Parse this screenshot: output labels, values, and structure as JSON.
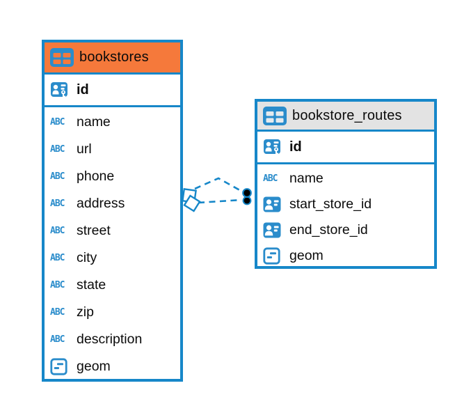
{
  "diagram": {
    "tables": [
      {
        "name": "bookstores",
        "header_color": "#F5793B",
        "key_fields": [
          {
            "label": "id",
            "type": "pk",
            "icon": "primary-key-icon"
          }
        ],
        "fields": [
          {
            "label": "name",
            "type": "text",
            "icon": "text-type-icon"
          },
          {
            "label": "url",
            "type": "text",
            "icon": "text-type-icon"
          },
          {
            "label": "phone",
            "type": "text",
            "icon": "text-type-icon"
          },
          {
            "label": "address",
            "type": "text",
            "icon": "text-type-icon"
          },
          {
            "label": "street",
            "type": "text",
            "icon": "text-type-icon"
          },
          {
            "label": "city",
            "type": "text",
            "icon": "text-type-icon"
          },
          {
            "label": "state",
            "type": "text",
            "icon": "text-type-icon"
          },
          {
            "label": "zip",
            "type": "text",
            "icon": "text-type-icon"
          },
          {
            "label": "description",
            "type": "text",
            "icon": "text-type-icon"
          },
          {
            "label": "geom",
            "type": "geom",
            "icon": "geometry-icon"
          }
        ]
      },
      {
        "name": "bookstore_routes",
        "header_color": "#E3E3E3",
        "key_fields": [
          {
            "label": "id",
            "type": "pk",
            "icon": "primary-key-icon"
          }
        ],
        "fields": [
          {
            "label": "name",
            "type": "text",
            "icon": "text-type-icon"
          },
          {
            "label": "start_store_id",
            "type": "fk",
            "icon": "foreign-key-icon"
          },
          {
            "label": "end_store_id",
            "type": "fk",
            "icon": "foreign-key-icon"
          },
          {
            "label": "geom",
            "type": "geom",
            "icon": "geometry-icon"
          }
        ]
      }
    ],
    "relationships": [
      {
        "from_table": "bookstores",
        "to_table": "bookstore_routes",
        "line_style": "dashed",
        "line_count": 2
      }
    ],
    "colors": {
      "accent_blue": "#1687C9",
      "header_orange": "#F5793B",
      "header_gray": "#E3E3E3",
      "connector_dot": "#000000"
    }
  }
}
